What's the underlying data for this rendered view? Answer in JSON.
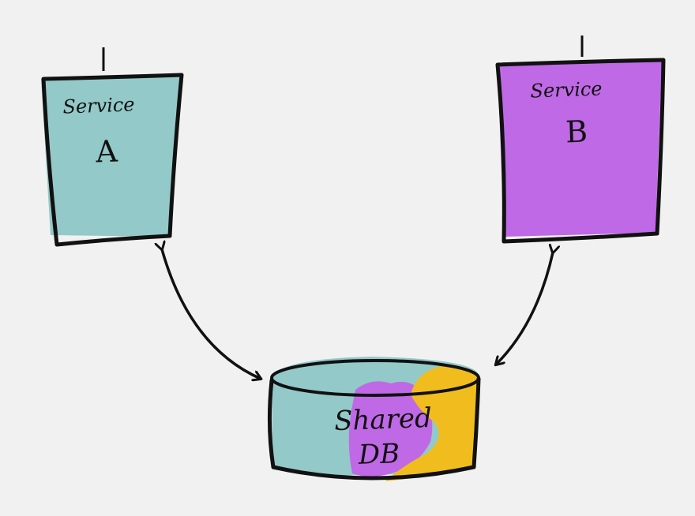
{
  "diagram": {
    "service_a": {
      "line1": "Service",
      "line2": "A",
      "fill": "#93c9c8"
    },
    "service_b": {
      "line1": "Service",
      "line2": "B",
      "fill": "#bf69e6"
    },
    "database": {
      "line1": "Shared",
      "line2": "DB",
      "fills": [
        "#93c9c8",
        "#bf69e6",
        "#f1bd1e"
      ]
    },
    "stroke_color": "#111111",
    "background": "#f1f1f1"
  }
}
